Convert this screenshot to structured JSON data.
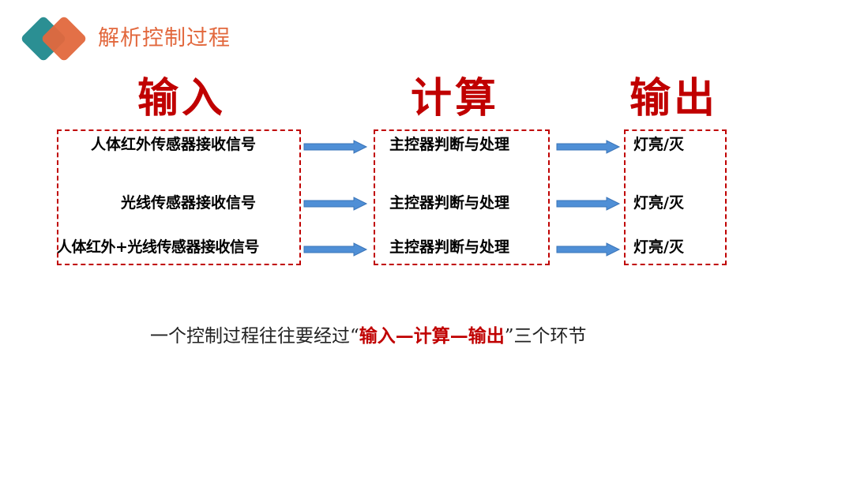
{
  "header": {
    "title": "解析控制过程",
    "logo_colors": {
      "teal": "#2b8f93",
      "orange": "#e2683d"
    }
  },
  "columns": {
    "input": {
      "heading": "输入",
      "rows": [
        "人体红外传感器接收信号",
        "光线传感器接收信号",
        "人体红外+光线传感器接收信号"
      ]
    },
    "compute": {
      "heading": "计算",
      "rows": [
        "主控器判断与处理",
        "主控器判断与处理",
        "主控器判断与处理"
      ]
    },
    "output": {
      "heading": "输出",
      "rows": [
        "灯亮/灭",
        "灯亮/灭",
        "灯亮/灭"
      ]
    }
  },
  "summary": {
    "prefix": "一个控制过程往往要经过“",
    "highlight": "输入—计算—输出",
    "suffix": "”三个环节"
  },
  "colors": {
    "accent_red": "#c00000",
    "arrow_blue": "#4f8fd6",
    "title_orange": "#e2683d"
  }
}
